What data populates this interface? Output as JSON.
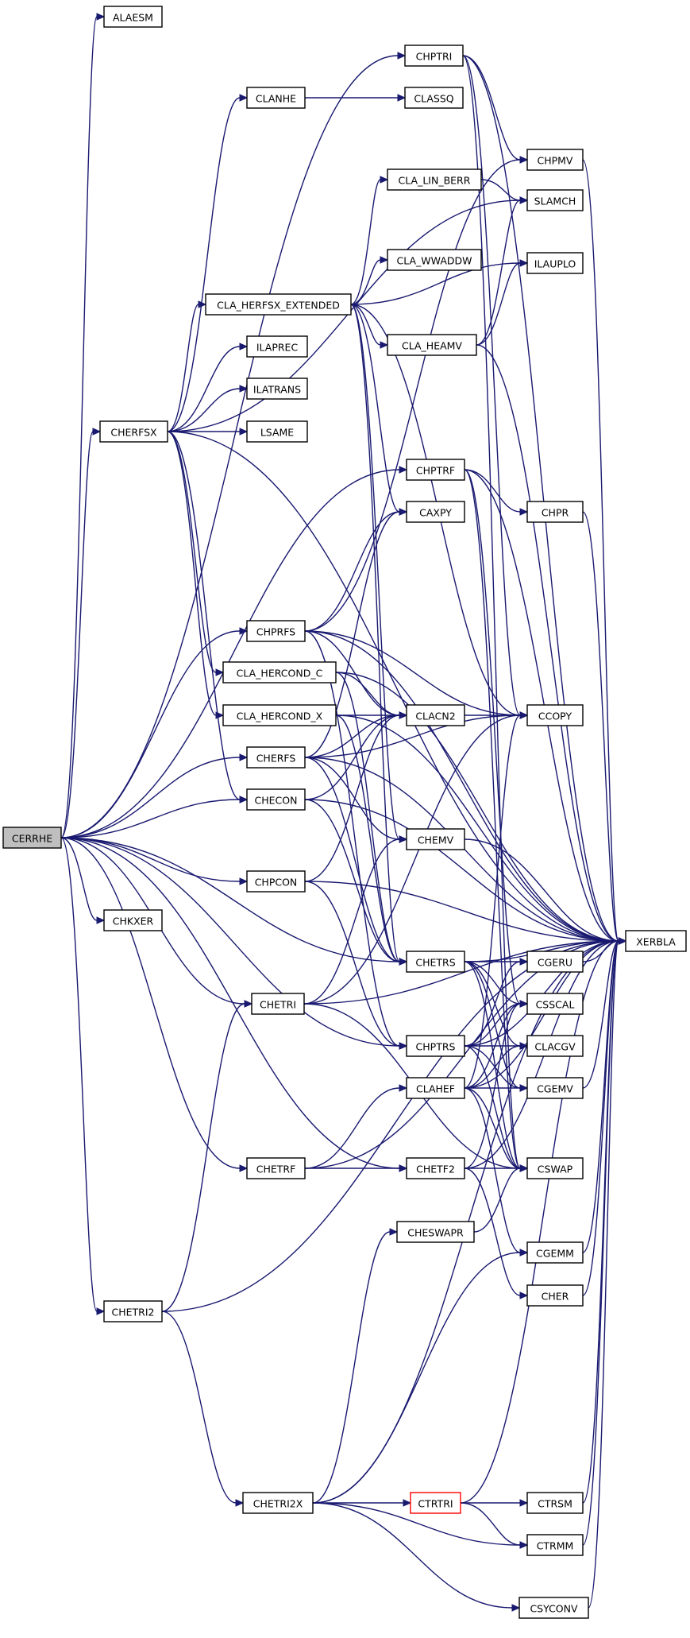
{
  "graph": {
    "colors": {
      "edge": "#191970",
      "node_border": "#000000",
      "root_fill": "#bfbfbf",
      "highlight_border": "#ff0000"
    },
    "nodes": [
      {
        "id": "CERRHE",
        "label": "CERRHE",
        "style": "root"
      },
      {
        "id": "ALAESM",
        "label": "ALAESM"
      },
      {
        "id": "CHPTRI",
        "label": "CHPTRI"
      },
      {
        "id": "CLANHE",
        "label": "CLANHE"
      },
      {
        "id": "CLASSQ",
        "label": "CLASSQ"
      },
      {
        "id": "CHPMV",
        "label": "CHPMV"
      },
      {
        "id": "CLA_LIN_BERR",
        "label": "CLA_LIN_BERR"
      },
      {
        "id": "SLAMCH",
        "label": "SLAMCH"
      },
      {
        "id": "CLA_WWADDW",
        "label": "CLA_WWADDW"
      },
      {
        "id": "ILAUPLO",
        "label": "ILAUPLO"
      },
      {
        "id": "CLA_HERFSX_EXTENDED",
        "label": "CLA_HERFSX_EXTENDED"
      },
      {
        "id": "CLA_HEAMV",
        "label": "CLA_HEAMV"
      },
      {
        "id": "ILAPREC",
        "label": "ILAPREC"
      },
      {
        "id": "ILATRANS",
        "label": "ILATRANS"
      },
      {
        "id": "CHERFSX",
        "label": "CHERFSX"
      },
      {
        "id": "LSAME",
        "label": "LSAME"
      },
      {
        "id": "CHPTRF",
        "label": "CHPTRF"
      },
      {
        "id": "CHPR",
        "label": "CHPR"
      },
      {
        "id": "CAXPY",
        "label": "CAXPY"
      },
      {
        "id": "CHPRFS",
        "label": "CHPRFS"
      },
      {
        "id": "CLA_HERCOND_C",
        "label": "CLA_HERCOND_C"
      },
      {
        "id": "CLA_HERCOND_X",
        "label": "CLA_HERCOND_X"
      },
      {
        "id": "CLACN2",
        "label": "CLACN2"
      },
      {
        "id": "CCOPY",
        "label": "CCOPY"
      },
      {
        "id": "CHERFS",
        "label": "CHERFS"
      },
      {
        "id": "CHECON",
        "label": "CHECON"
      },
      {
        "id": "CHEMV",
        "label": "CHEMV"
      },
      {
        "id": "CHPCON",
        "label": "CHPCON"
      },
      {
        "id": "CHKXER",
        "label": "CHKXER"
      },
      {
        "id": "XERBLA",
        "label": "XERBLA"
      },
      {
        "id": "CHETRS",
        "label": "CHETRS"
      },
      {
        "id": "CGERU",
        "label": "CGERU"
      },
      {
        "id": "CHETRI",
        "label": "CHETRI"
      },
      {
        "id": "CSSCAL",
        "label": "CSSCAL"
      },
      {
        "id": "CHPTRS",
        "label": "CHPTRS"
      },
      {
        "id": "CLACGV",
        "label": "CLACGV"
      },
      {
        "id": "CLAHEF",
        "label": "CLAHEF"
      },
      {
        "id": "CGEMV",
        "label": "CGEMV"
      },
      {
        "id": "CHETRF",
        "label": "CHETRF"
      },
      {
        "id": "CHETF2",
        "label": "CHETF2"
      },
      {
        "id": "CSWAP",
        "label": "CSWAP"
      },
      {
        "id": "CHESWAPR",
        "label": "CHESWAPR"
      },
      {
        "id": "CGEMM",
        "label": "CGEMM"
      },
      {
        "id": "CHER",
        "label": "CHER"
      },
      {
        "id": "CHETRI2",
        "label": "CHETRI2"
      },
      {
        "id": "CHETRI2X",
        "label": "CHETRI2X"
      },
      {
        "id": "CTRTRI",
        "label": "CTRTRI",
        "style": "red"
      },
      {
        "id": "CTRSM",
        "label": "CTRSM"
      },
      {
        "id": "CTRMM",
        "label": "CTRMM"
      },
      {
        "id": "CSYCONV",
        "label": "CSYCONV"
      }
    ],
    "edges": [
      [
        "CERRHE",
        "ALAESM"
      ],
      [
        "CERRHE",
        "CHPTRI"
      ],
      [
        "CERRHE",
        "CHERFSX"
      ],
      [
        "CERRHE",
        "CHPTRF"
      ],
      [
        "CERRHE",
        "CHPRFS"
      ],
      [
        "CERRHE",
        "CHERFS"
      ],
      [
        "CERRHE",
        "CHECON"
      ],
      [
        "CERRHE",
        "CHPCON"
      ],
      [
        "CERRHE",
        "CHKXER"
      ],
      [
        "CERRHE",
        "CHETRS"
      ],
      [
        "CERRHE",
        "CHETRI"
      ],
      [
        "CERRHE",
        "CHPTRS"
      ],
      [
        "CERRHE",
        "CHETRF"
      ],
      [
        "CERRHE",
        "CHETF2"
      ],
      [
        "CERRHE",
        "CHETRI2"
      ],
      [
        "CHPTRI",
        "CHPMV"
      ],
      [
        "CHPTRI",
        "XERBLA"
      ],
      [
        "CHPTRI",
        "CCOPY"
      ],
      [
        "CHPTRI",
        "CSWAP"
      ],
      [
        "CLANHE",
        "CLASSQ"
      ],
      [
        "CHPMV",
        "XERBLA"
      ],
      [
        "CLA_LIN_BERR",
        "SLAMCH"
      ],
      [
        "CLA_HERFSX_EXTENDED",
        "CLA_LIN_BERR"
      ],
      [
        "CLA_HERFSX_EXTENDED",
        "CLA_WWADDW"
      ],
      [
        "CLA_HERFSX_EXTENDED",
        "ILAUPLO"
      ],
      [
        "CLA_HERFSX_EXTENDED",
        "CLA_HEAMV"
      ],
      [
        "CLA_HERFSX_EXTENDED",
        "CAXPY"
      ],
      [
        "CLA_HERFSX_EXTENDED",
        "CCOPY"
      ],
      [
        "CLA_HERFSX_EXTENDED",
        "CHEMV"
      ],
      [
        "CLA_HERFSX_EXTENDED",
        "CHETRS"
      ],
      [
        "CLA_HEAMV",
        "SLAMCH"
      ],
      [
        "CLA_HEAMV",
        "ILAUPLO"
      ],
      [
        "CLA_HEAMV",
        "XERBLA"
      ],
      [
        "CHERFSX",
        "CLANHE"
      ],
      [
        "CHERFSX",
        "SLAMCH"
      ],
      [
        "CHERFSX",
        "CLA_HERFSX_EXTENDED"
      ],
      [
        "CHERFSX",
        "ILAPREC"
      ],
      [
        "CHERFSX",
        "ILATRANS"
      ],
      [
        "CHERFSX",
        "LSAME"
      ],
      [
        "CHERFSX",
        "XERBLA"
      ],
      [
        "CHERFSX",
        "CLA_HERCOND_C"
      ],
      [
        "CHERFSX",
        "CLA_HERCOND_X"
      ],
      [
        "CHERFSX",
        "CHECON"
      ],
      [
        "CHPTRF",
        "CHPR"
      ],
      [
        "CHPTRF",
        "XERBLA"
      ],
      [
        "CHPTRF",
        "CSSCAL"
      ],
      [
        "CHPTRF",
        "CSWAP"
      ],
      [
        "CHPR",
        "XERBLA"
      ],
      [
        "CHPRFS",
        "CHPMV"
      ],
      [
        "CHPRFS",
        "CAXPY"
      ],
      [
        "CHPRFS",
        "CLACN2"
      ],
      [
        "CHPRFS",
        "CCOPY"
      ],
      [
        "CHPRFS",
        "XERBLA"
      ],
      [
        "CHPRFS",
        "CHPTRS"
      ],
      [
        "CLA_HERCOND_C",
        "CLACN2"
      ],
      [
        "CLA_HERCOND_C",
        "XERBLA"
      ],
      [
        "CLA_HERCOND_C",
        "CHETRS"
      ],
      [
        "CLA_HERCOND_X",
        "CLACN2"
      ],
      [
        "CLA_HERCOND_X",
        "XERBLA"
      ],
      [
        "CLA_HERCOND_X",
        "CHETRS"
      ],
      [
        "CLACN2",
        "CCOPY"
      ],
      [
        "CHERFS",
        "CAXPY"
      ],
      [
        "CHERFS",
        "CLACN2"
      ],
      [
        "CHERFS",
        "CCOPY"
      ],
      [
        "CHERFS",
        "CHEMV"
      ],
      [
        "CHERFS",
        "XERBLA"
      ],
      [
        "CHERFS",
        "CHETRS"
      ],
      [
        "CHECON",
        "CLACN2"
      ],
      [
        "CHECON",
        "XERBLA"
      ],
      [
        "CHECON",
        "CHETRS"
      ],
      [
        "CHEMV",
        "XERBLA"
      ],
      [
        "CHPCON",
        "CLACN2"
      ],
      [
        "CHPCON",
        "XERBLA"
      ],
      [
        "CHPCON",
        "CHPTRS"
      ],
      [
        "CHETRS",
        "CGERU"
      ],
      [
        "CHETRS",
        "XERBLA"
      ],
      [
        "CHETRS",
        "CSSCAL"
      ],
      [
        "CHETRS",
        "CLACGV"
      ],
      [
        "CHETRS",
        "CGEMV"
      ],
      [
        "CHETRS",
        "CSWAP"
      ],
      [
        "CGERU",
        "XERBLA"
      ],
      [
        "CHETRI",
        "CHEMV"
      ],
      [
        "CHETRI",
        "CCOPY"
      ],
      [
        "CHETRI",
        "CSWAP"
      ],
      [
        "CHETRI",
        "XERBLA"
      ],
      [
        "CHPTRS",
        "CGERU"
      ],
      [
        "CHPTRS",
        "CSSCAL"
      ],
      [
        "CHPTRS",
        "CLACGV"
      ],
      [
        "CHPTRS",
        "CGEMV"
      ],
      [
        "CHPTRS",
        "CSWAP"
      ],
      [
        "CHPTRS",
        "XERBLA"
      ],
      [
        "CLAHEF",
        "CCOPY"
      ],
      [
        "CLAHEF",
        "CSSCAL"
      ],
      [
        "CLAHEF",
        "CLACGV"
      ],
      [
        "CLAHEF",
        "CGEMV"
      ],
      [
        "CLAHEF",
        "CSWAP"
      ],
      [
        "CLAHEF",
        "CGEMM"
      ],
      [
        "CLAHEF",
        "XERBLA"
      ],
      [
        "CGEMV",
        "XERBLA"
      ],
      [
        "CHETRF",
        "CLAHEF"
      ],
      [
        "CHETRF",
        "CHETF2"
      ],
      [
        "CHETRF",
        "XERBLA"
      ],
      [
        "CHETF2",
        "CSSCAL"
      ],
      [
        "CHETF2",
        "CSWAP"
      ],
      [
        "CHETF2",
        "CHER"
      ],
      [
        "CHETF2",
        "XERBLA"
      ],
      [
        "CHESWAPR",
        "CSWAP"
      ],
      [
        "CGEMM",
        "XERBLA"
      ],
      [
        "CHER",
        "XERBLA"
      ],
      [
        "CHETRI2",
        "CHETRI"
      ],
      [
        "CHETRI2",
        "CHETRI2X"
      ],
      [
        "CHETRI2",
        "XERBLA"
      ],
      [
        "CHETRI2X",
        "CHESWAPR"
      ],
      [
        "CHETRI2X",
        "CGEMM"
      ],
      [
        "CHETRI2X",
        "CTRTRI"
      ],
      [
        "CHETRI2X",
        "CTRMM"
      ],
      [
        "CHETRI2X",
        "XERBLA"
      ],
      [
        "CHETRI2X",
        "CSYCONV"
      ],
      [
        "CTRTRI",
        "XERBLA"
      ],
      [
        "CTRTRI",
        "CTRSM"
      ],
      [
        "CTRTRI",
        "CTRMM"
      ],
      [
        "CTRSM",
        "XERBLA"
      ],
      [
        "CTRMM",
        "XERBLA"
      ],
      [
        "CSYCONV",
        "XERBLA"
      ]
    ]
  }
}
